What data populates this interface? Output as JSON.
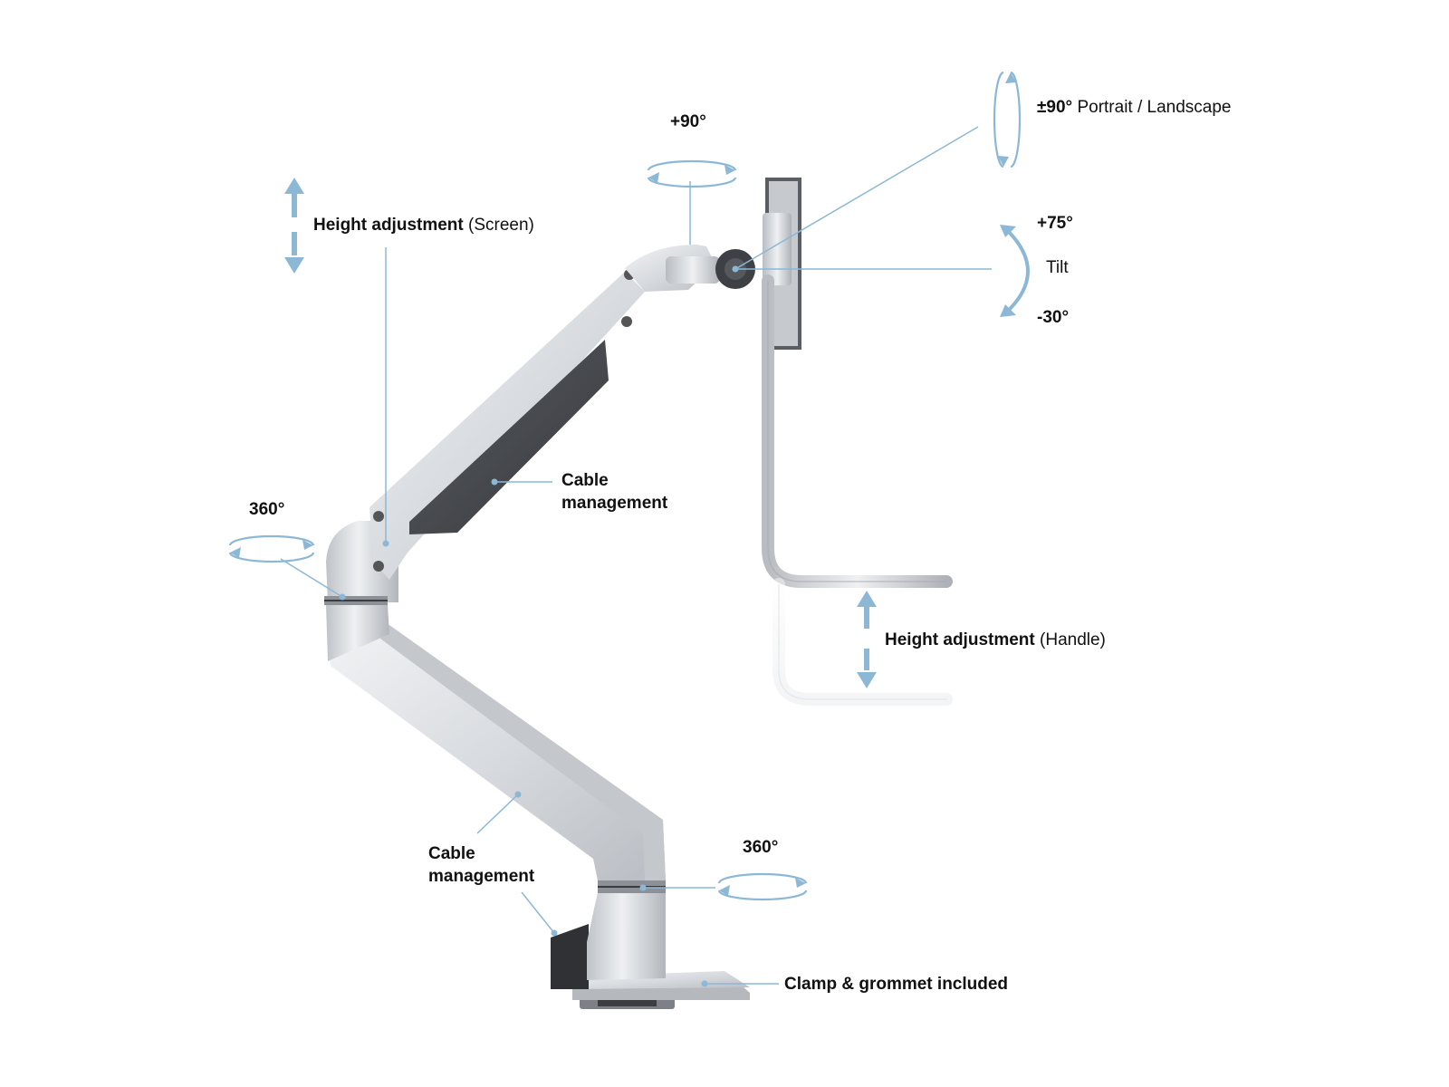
{
  "labels": {
    "height_screen": {
      "bold": "Height adjustment",
      "normal": "(Screen)"
    },
    "cable_upper": {
      "line1": "Cable",
      "line2": "management"
    },
    "cable_lower": {
      "line1": "Cable",
      "line2": "management"
    },
    "height_handle": {
      "bold": "Height adjustment",
      "normal": "(Handle)"
    },
    "clamp": "Clamp & grommet included",
    "rotation_head": "+90°",
    "rotation_elbow": "360°",
    "rotation_base": "360°",
    "portrait": {
      "bold": "±90°",
      "normal": "Portrait / Landscape"
    },
    "tilt_up": "+75°",
    "tilt": "Tilt",
    "tilt_down": "-30°"
  },
  "colors": {
    "accent": "#8cb8d6",
    "arm_light": "#e4e6e9",
    "arm_mid": "#c9ccd1",
    "arm_dark": "#9ea3aa",
    "panel": "#4a4d52",
    "text": "#111111"
  }
}
